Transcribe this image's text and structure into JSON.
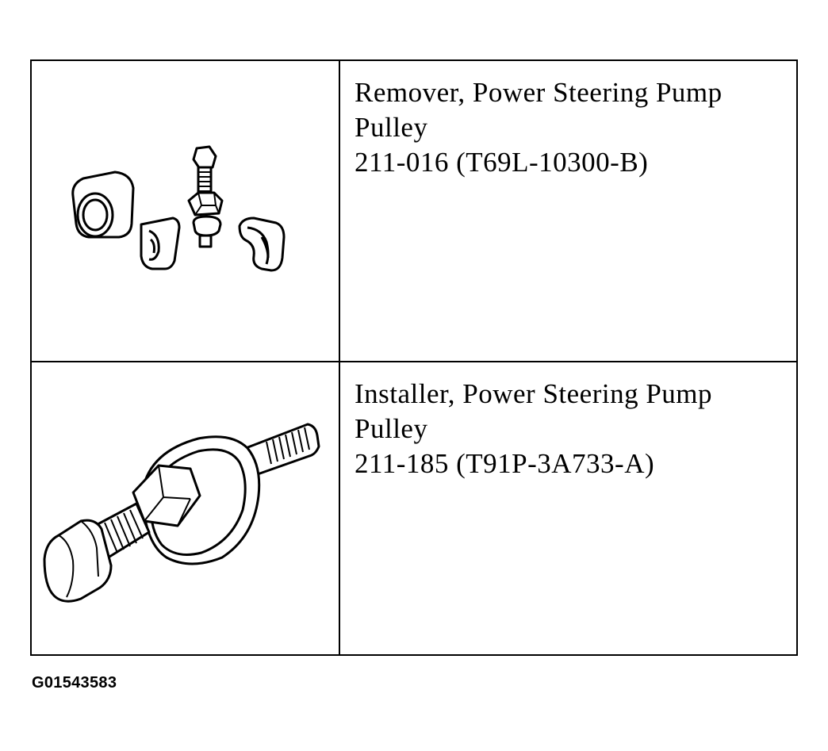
{
  "tools": [
    {
      "name_line1": "Remover, Power Steering Pump",
      "name_line2": "Pulley",
      "part_number": "211-016 (T69L-10300-B)",
      "illustration": "pulley-remover-tool-icon"
    },
    {
      "name_line1": "Installer, Power Steering Pump",
      "name_line2": "Pulley",
      "part_number": "211-185 (T91P-3A733-A)",
      "illustration": "pulley-installer-tool-icon"
    }
  ],
  "figure_id": "G01543583"
}
